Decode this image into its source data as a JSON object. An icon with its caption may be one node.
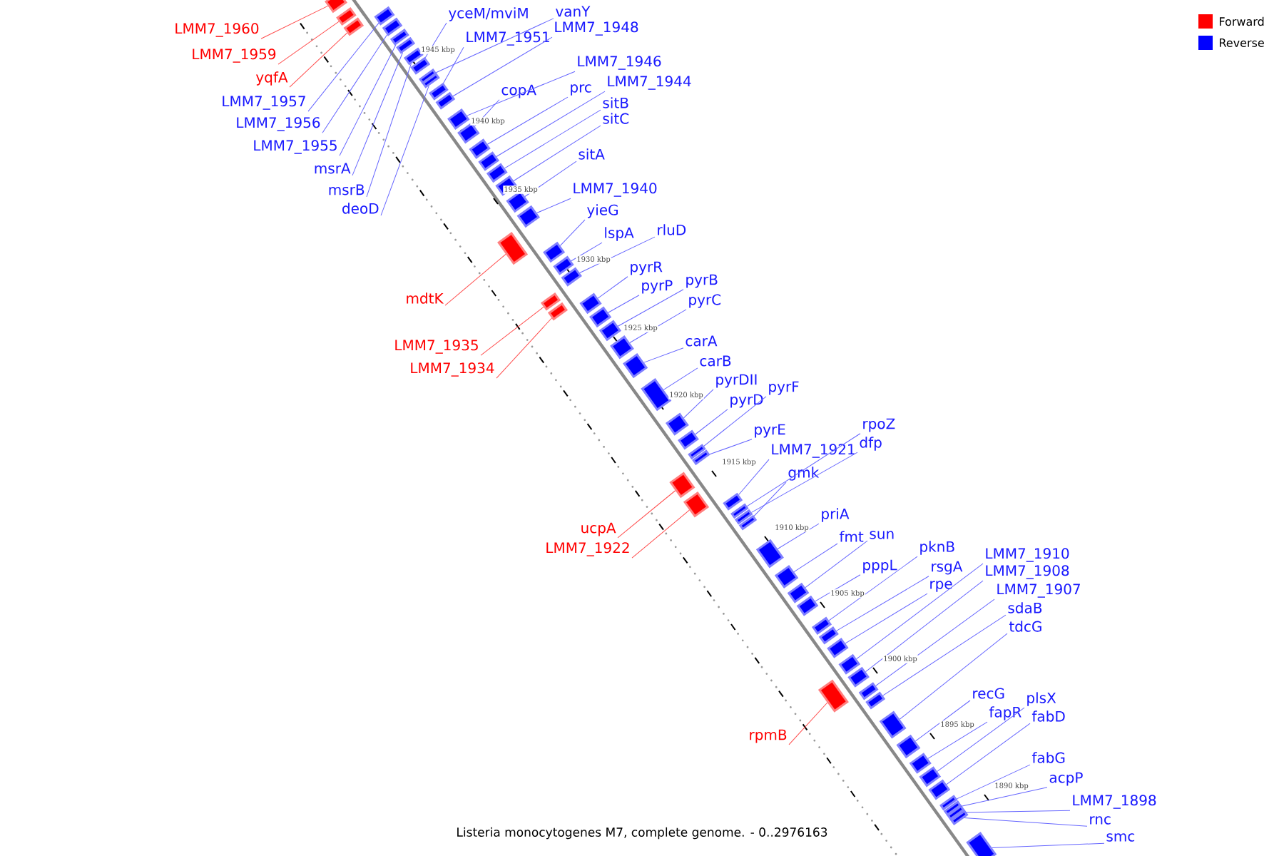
{
  "diagram": {
    "caption": "Listeria monocytogenes M7, complete genome. - 0..2976163",
    "nodes": [
      {
        "text": [
          "LMM7_1960"
        ]
      },
      {
        "text": [
          "vanY"
        ]
      },
      {
        "text": [
          "yceM/mviM"
        ]
      },
      {
        "text": [
          "LMM7_1948"
        ]
      },
      {
        "text": [
          "LMM7_1959"
        ]
      },
      {
        "text": [
          "LMM7_1951"
        ]
      },
      {
        "text": [
          "LMM7_1946"
        ]
      },
      {
        "text": [
          "yqfA"
        ]
      },
      {
        "text": [
          "LMM7_1944"
        ]
      },
      {
        "text": [
          "copA"
        ]
      },
      {
        "text": [
          "prc"
        ]
      },
      {
        "text": [
          "LMM7_1957"
        ]
      },
      {
        "text": [
          "sitB"
        ]
      },
      {
        "text": [
          "sitC"
        ]
      },
      {
        "text": [
          "LMM7_1956"
        ]
      },
      {
        "text": [
          "LMM7_1955"
        ]
      },
      {
        "text": [
          "sitA"
        ]
      },
      {
        "text": [
          "msrA"
        ]
      },
      {
        "text": [
          "LMM7_1940"
        ]
      },
      {
        "text": [
          "msrB"
        ]
      },
      {
        "text": [
          "deoD"
        ]
      },
      {
        "text": [
          "yieG"
        ]
      },
      {
        "text": [
          "rluD"
        ]
      },
      {
        "text": [
          "lspA"
        ]
      },
      {
        "text": [
          "pyrR"
        ]
      },
      {
        "text": [
          "pyrB"
        ]
      },
      {
        "text": [
          "pyrP"
        ]
      },
      {
        "text": [
          "mdtK"
        ]
      },
      {
        "text": [
          "pyrC"
        ]
      },
      {
        "text": [
          "carA"
        ]
      },
      {
        "text": [
          "LMM7_1935"
        ]
      },
      {
        "text": [
          "carB"
        ]
      },
      {
        "text": [
          "LMM7_1934"
        ]
      },
      {
        "text": [
          "pyrDII"
        ]
      },
      {
        "text": [
          "pyrF"
        ]
      },
      {
        "text": [
          "pyrD"
        ]
      },
      {
        "text": [
          "rpoZ"
        ]
      },
      {
        "text": [
          "pyrE"
        ]
      },
      {
        "text": [
          "dfp"
        ]
      },
      {
        "text": [
          "LMM7_1921"
        ]
      },
      {
        "text": [
          "gmk"
        ]
      },
      {
        "text": [
          "priA"
        ]
      },
      {
        "text": [
          "ucpA"
        ]
      },
      {
        "text": [
          "sun"
        ]
      },
      {
        "text": [
          "fmt"
        ]
      },
      {
        "text": [
          "pknB"
        ]
      },
      {
        "text": [
          "LMM7_1922"
        ]
      },
      {
        "text": [
          "LMM7_1910"
        ]
      },
      {
        "text": [
          "pppL"
        ]
      },
      {
        "text": [
          "rsgA"
        ]
      },
      {
        "text": [
          "LMM7_1908"
        ]
      },
      {
        "text": [
          "rpe"
        ]
      },
      {
        "text": [
          "LMM7_1907"
        ]
      },
      {
        "text": [
          "sdaB"
        ]
      },
      {
        "text": [
          "tdcG"
        ]
      },
      {
        "text": [
          "recG"
        ]
      },
      {
        "text": [
          "plsX"
        ]
      },
      {
        "text": [
          "fapR"
        ]
      },
      {
        "text": [
          "fabD"
        ]
      },
      {
        "text": [
          "rpmB"
        ]
      },
      {
        "text": [
          "fabG"
        ]
      },
      {
        "text": [
          "acpP"
        ]
      },
      {
        "text": [
          "LMM7_1898"
        ]
      },
      {
        "text": [
          "rnc"
        ]
      },
      {
        "text": [
          "smc"
        ]
      },
      {
        "text": [],
        "shape": "bar"
      },
      {
        "text": [],
        "shape": "bar"
      },
      {
        "text": [],
        "shape": "bar"
      },
      {
        "text": [],
        "shape": "bar"
      },
      {
        "text": [],
        "shape": "bar"
      },
      {
        "text": [],
        "shape": "bar"
      },
      {
        "text": [],
        "shape": "bar"
      },
      {
        "text": [],
        "shape": "bar"
      },
      {
        "text": [],
        "shape": "bar"
      },
      {
        "text": [],
        "shape": "bar"
      },
      {
        "text": [],
        "shape": "bar"
      },
      {
        "text": [],
        "shape": "bar"
      },
      {
        "text": [],
        "shape": "bar"
      },
      {
        "text": [],
        "shape": "bar"
      },
      {
        "text": [],
        "shape": "bar"
      },
      {
        "text": [],
        "shape": "bar"
      },
      {
        "text": [],
        "shape": "bar"
      },
      {
        "text": [],
        "shape": "bar"
      },
      {
        "text": [],
        "shape": "bar"
      },
      {
        "text": [],
        "shape": "bar"
      },
      {
        "text": [],
        "shape": "bar"
      },
      {
        "text": [],
        "shape": "bar"
      },
      {
        "text": [],
        "shape": "bar"
      },
      {
        "text": [],
        "shape": "bar"
      },
      {
        "text": [],
        "shape": "bar"
      },
      {
        "text": [],
        "shape": "bar"
      },
      {
        "text": [],
        "shape": "bar"
      },
      {
        "text": [],
        "shape": "bar"
      },
      {
        "text": [],
        "shape": "bar"
      },
      {
        "text": [],
        "shape": "bar"
      },
      {
        "text": [],
        "shape": "bar"
      },
      {
        "text": [],
        "shape": "bar"
      },
      {
        "text": [],
        "shape": "bar"
      },
      {
        "text": [],
        "shape": "bar"
      },
      {
        "text": [],
        "shape": "bar"
      },
      {
        "text": [],
        "shape": "bar"
      },
      {
        "text": [],
        "shape": "bar"
      },
      {
        "text": [],
        "shape": "bar"
      },
      {
        "text": [],
        "shape": "bar"
      },
      {
        "text": [],
        "shape": "bar"
      },
      {
        "text": [],
        "shape": "bar"
      },
      {
        "text": [],
        "shape": "bar"
      },
      {
        "text": [],
        "shape": "bar"
      },
      {
        "text": [],
        "shape": "bar"
      },
      {
        "text": [],
        "shape": "bar"
      },
      {
        "text": [],
        "shape": "bar"
      },
      {
        "text": [],
        "shape": "bar"
      },
      {
        "text": [],
        "shape": "bar"
      },
      {
        "text": [],
        "shape": "bar"
      },
      {
        "text": [],
        "shape": "bar"
      },
      {
        "text": [],
        "shape": "bar"
      },
      {
        "text": [],
        "shape": "bar"
      },
      {
        "text": [],
        "shape": "bar"
      },
      {
        "text": [],
        "shape": "bar"
      },
      {
        "text": [],
        "shape": "bar"
      },
      {
        "text": [],
        "shape": "bar"
      },
      {
        "text": [],
        "shape": "bar"
      },
      {
        "text": [],
        "shape": "bar"
      },
      {
        "text": [],
        "shape": "bar"
      },
      {
        "text": [],
        "shape": "bar"
      },
      {
        "text": [],
        "shape": "bar"
      },
      {
        "text": [],
        "shape": "bar"
      },
      {
        "text": [],
        "shape": "bar"
      },
      {
        "text": [],
        "shape": "bar"
      },
      {
        "text": [],
        "shape": "bar"
      }
    ],
    "edges": [
      {
        "from": 0,
        "to": 65,
        "arrow": "none",
        "color": "#ff4d4d"
      },
      {
        "from": 1,
        "to": 74,
        "arrow": "none"
      },
      {
        "from": 2,
        "to": 73,
        "arrow": "none"
      },
      {
        "from": 3,
        "to": 77,
        "arrow": "none"
      },
      {
        "from": 4,
        "to": 66,
        "arrow": "none",
        "color": "#ff4d4d"
      },
      {
        "from": 5,
        "to": 76,
        "arrow": "none"
      },
      {
        "from": 6,
        "to": 78,
        "arrow": "none"
      },
      {
        "from": 7,
        "to": 67,
        "arrow": "none",
        "color": "#ff4d4d"
      },
      {
        "from": 8,
        "to": 81,
        "arrow": "none"
      },
      {
        "from": 9,
        "to": 79,
        "arrow": "none"
      },
      {
        "from": 10,
        "to": 80,
        "arrow": "none"
      },
      {
        "from": 11,
        "to": 68,
        "arrow": "none"
      },
      {
        "from": 12,
        "to": 82,
        "arrow": "none"
      },
      {
        "from": 13,
        "to": 83,
        "arrow": "none"
      },
      {
        "from": 14,
        "to": 69,
        "arrow": "none"
      },
      {
        "from": 15,
        "to": 70,
        "arrow": "none"
      },
      {
        "from": 16,
        "to": 84,
        "arrow": "none"
      },
      {
        "from": 17,
        "to": 71,
        "arrow": "none"
      },
      {
        "from": 18,
        "to": 85,
        "arrow": "none"
      },
      {
        "from": 19,
        "to": 72,
        "arrow": "none"
      },
      {
        "from": 20,
        "to": 75,
        "arrow": "none"
      },
      {
        "from": 21,
        "to": 87,
        "arrow": "none"
      },
      {
        "from": 22,
        "to": 89,
        "arrow": "none"
      },
      {
        "from": 23,
        "to": 88,
        "arrow": "none"
      },
      {
        "from": 24,
        "to": 92,
        "arrow": "none"
      },
      {
        "from": 25,
        "to": 94,
        "arrow": "none"
      },
      {
        "from": 26,
        "to": 93,
        "arrow": "none"
      },
      {
        "from": 27,
        "to": 86,
        "arrow": "none",
        "color": "#ff4d4d"
      },
      {
        "from": 28,
        "to": 95,
        "arrow": "none"
      },
      {
        "from": 29,
        "to": 96,
        "arrow": "none"
      },
      {
        "from": 30,
        "to": 90,
        "arrow": "none",
        "color": "#ff4d4d"
      },
      {
        "from": 31,
        "to": 97,
        "arrow": "none"
      },
      {
        "from": 32,
        "to": 91,
        "arrow": "none",
        "color": "#ff4d4d"
      },
      {
        "from": 33,
        "to": 98,
        "arrow": "none"
      },
      {
        "from": 34,
        "to": 100,
        "arrow": "none"
      },
      {
        "from": 35,
        "to": 99,
        "arrow": "none"
      },
      {
        "from": 36,
        "to": 105,
        "arrow": "none"
      },
      {
        "from": 37,
        "to": 101,
        "arrow": "none"
      },
      {
        "from": 38,
        "to": 106,
        "arrow": "none"
      },
      {
        "from": 39,
        "to": 104,
        "arrow": "none"
      },
      {
        "from": 40,
        "to": 107,
        "arrow": "none"
      },
      {
        "from": 41,
        "to": 108,
        "arrow": "none"
      },
      {
        "from": 42,
        "to": 102,
        "arrow": "none",
        "color": "#ff4d4d"
      },
      {
        "from": 43,
        "to": 110,
        "arrow": "none"
      },
      {
        "from": 44,
        "to": 109,
        "arrow": "none"
      },
      {
        "from": 45,
        "to": 112,
        "arrow": "none"
      },
      {
        "from": 46,
        "to": 103,
        "arrow": "none",
        "color": "#ff4d4d"
      },
      {
        "from": 47,
        "to": 115,
        "arrow": "none"
      },
      {
        "from": 48,
        "to": 111,
        "arrow": "none"
      },
      {
        "from": 49,
        "to": 113,
        "arrow": "none"
      },
      {
        "from": 50,
        "to": 116,
        "arrow": "none"
      },
      {
        "from": 51,
        "to": 114,
        "arrow": "none"
      },
      {
        "from": 52,
        "to": 118,
        "arrow": "none"
      },
      {
        "from": 53,
        "to": 119,
        "arrow": "none"
      },
      {
        "from": 54,
        "to": 120,
        "arrow": "none"
      },
      {
        "from": 55,
        "to": 121,
        "arrow": "none"
      },
      {
        "from": 56,
        "to": 123,
        "arrow": "none"
      },
      {
        "from": 57,
        "to": 122,
        "arrow": "none"
      },
      {
        "from": 58,
        "to": 124,
        "arrow": "none"
      },
      {
        "from": 59,
        "to": 117,
        "arrow": "none",
        "color": "#ff4d4d"
      },
      {
        "from": 60,
        "to": 125,
        "arrow": "none"
      },
      {
        "from": 61,
        "to": 126,
        "arrow": "none"
      },
      {
        "from": 62,
        "to": 127,
        "arrow": "none"
      },
      {
        "from": 63,
        "to": 128,
        "arrow": "none"
      },
      {
        "from": 64,
        "to": 129,
        "arrow": "none"
      }
    ],
    "labels": [
      "1945 kbp",
      "1940 kbp",
      "1935 kbp",
      "1930 kbp",
      "1925 kbp",
      "1920 kbp",
      "1915 kbp",
      "1910 kbp",
      "1905 kbp",
      "1900 kbp",
      "1895 kbp",
      "1890 kbp"
    ],
    "legend": [
      {
        "text": "Forward",
        "color": "#ff0000"
      },
      {
        "text": "Reverse",
        "color": "#0000ff"
      }
    ]
  }
}
